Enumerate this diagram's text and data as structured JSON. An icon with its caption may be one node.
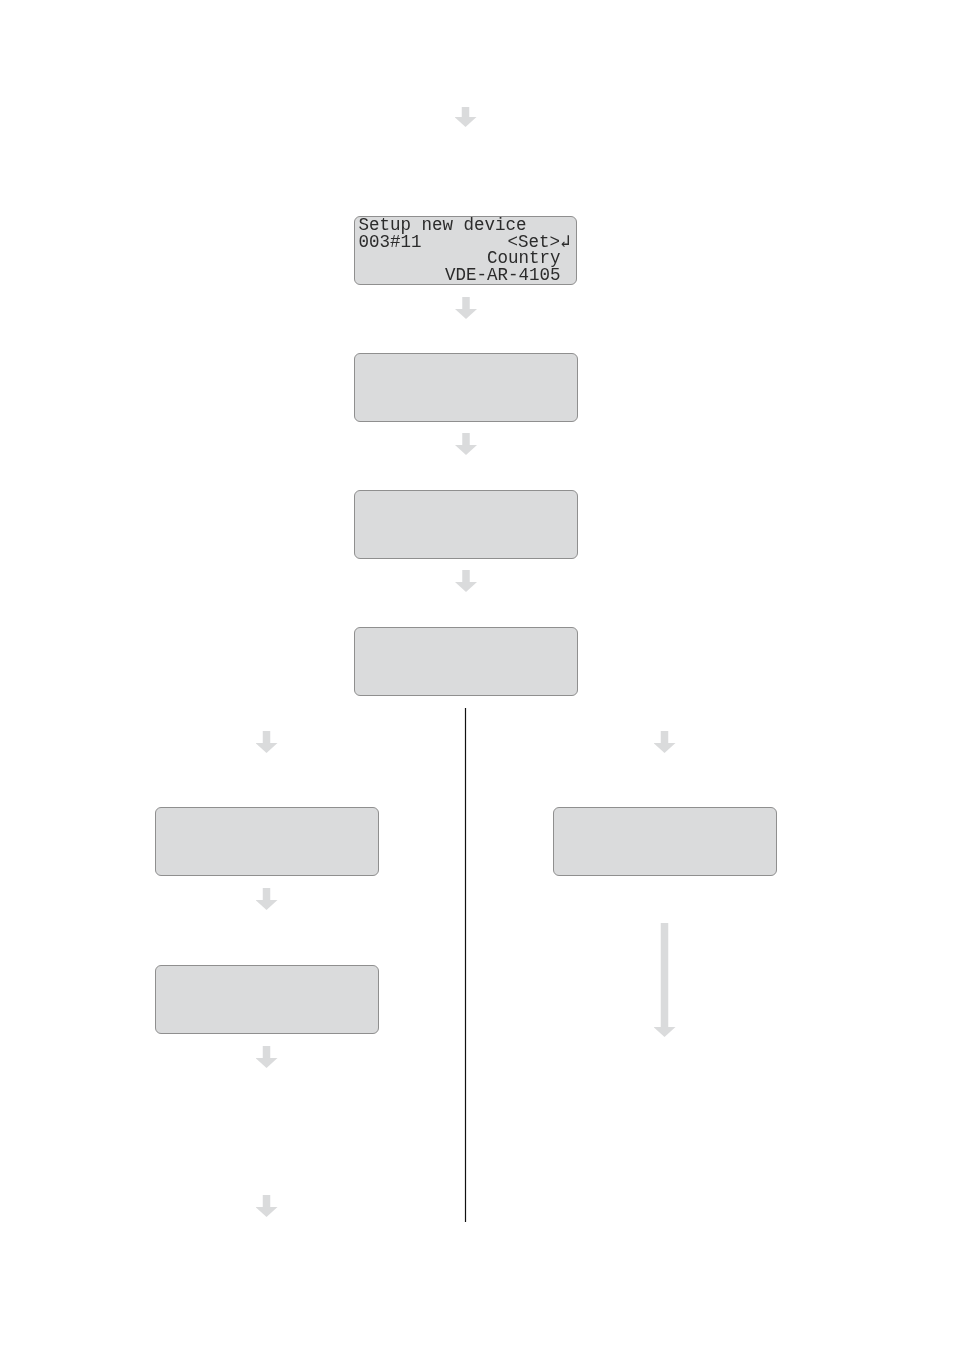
{
  "diagram": {
    "nodes": [
      {
        "text": [
          "Setup new device",
          "003#11",
          "<Set>↲",
          "Country",
          "VDE-AR-4105"
        ]
      },
      {
        "text": [],
        "shape": "box"
      },
      {
        "text": [],
        "shape": "box"
      },
      {
        "text": [],
        "shape": "box"
      },
      {
        "text": [],
        "shape": "box"
      },
      {
        "text": [],
        "shape": "box"
      },
      {
        "text": [],
        "shape": "box"
      }
    ],
    "edges": [
      {
        "from": 0,
        "to": 1,
        "arrow": "to"
      },
      {
        "from": 1,
        "to": 2,
        "arrow": "to"
      },
      {
        "from": 2,
        "to": 3,
        "arrow": "to"
      }
    ]
  }
}
